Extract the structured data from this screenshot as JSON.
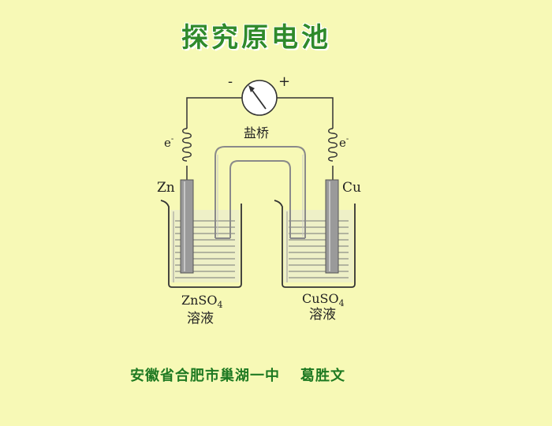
{
  "title": "探究原电池",
  "diagram": {
    "meter_minus": "-",
    "meter_plus": "+",
    "salt_bridge_label": "盐桥",
    "electron_left": "e",
    "electron_right": "e",
    "electron_superscript": "-",
    "left_electrode": "Zn",
    "right_electrode": "Cu",
    "left_solution_formula": "ZnSO",
    "right_solution_formula": "CuSO",
    "solution_subscript": "4",
    "left_solution_word": "溶液",
    "right_solution_word": "溶液"
  },
  "footer": {
    "school": "安徽省合肥市巢湖一中",
    "author": "葛胜文"
  }
}
